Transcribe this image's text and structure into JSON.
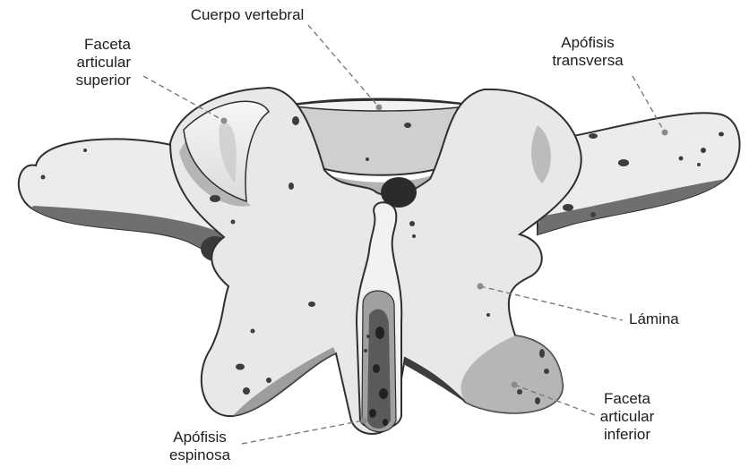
{
  "figure": {
    "colors": {
      "bone_light": "#ededed",
      "bone_mid": "#c9c9c9",
      "bone_shade": "#a9a9a9",
      "bone_dark": "#6d6d6d",
      "outline": "#2f2f2f",
      "hole": "#2b2b2b",
      "leader": "#7a7a7a",
      "dot": "#888888"
    },
    "labels": {
      "cuerpo_vertebral": "Cuerpo vertebral",
      "faceta_superior": [
        "Faceta",
        "articular",
        "superior"
      ],
      "apofisis_transversa": [
        "Apófisis",
        "transversa"
      ],
      "lamina": "Lámina",
      "faceta_inferior": [
        "Faceta",
        "articular",
        "inferior"
      ],
      "apofisis_espinosa": [
        "Apófisis",
        "espinosa"
      ]
    }
  }
}
